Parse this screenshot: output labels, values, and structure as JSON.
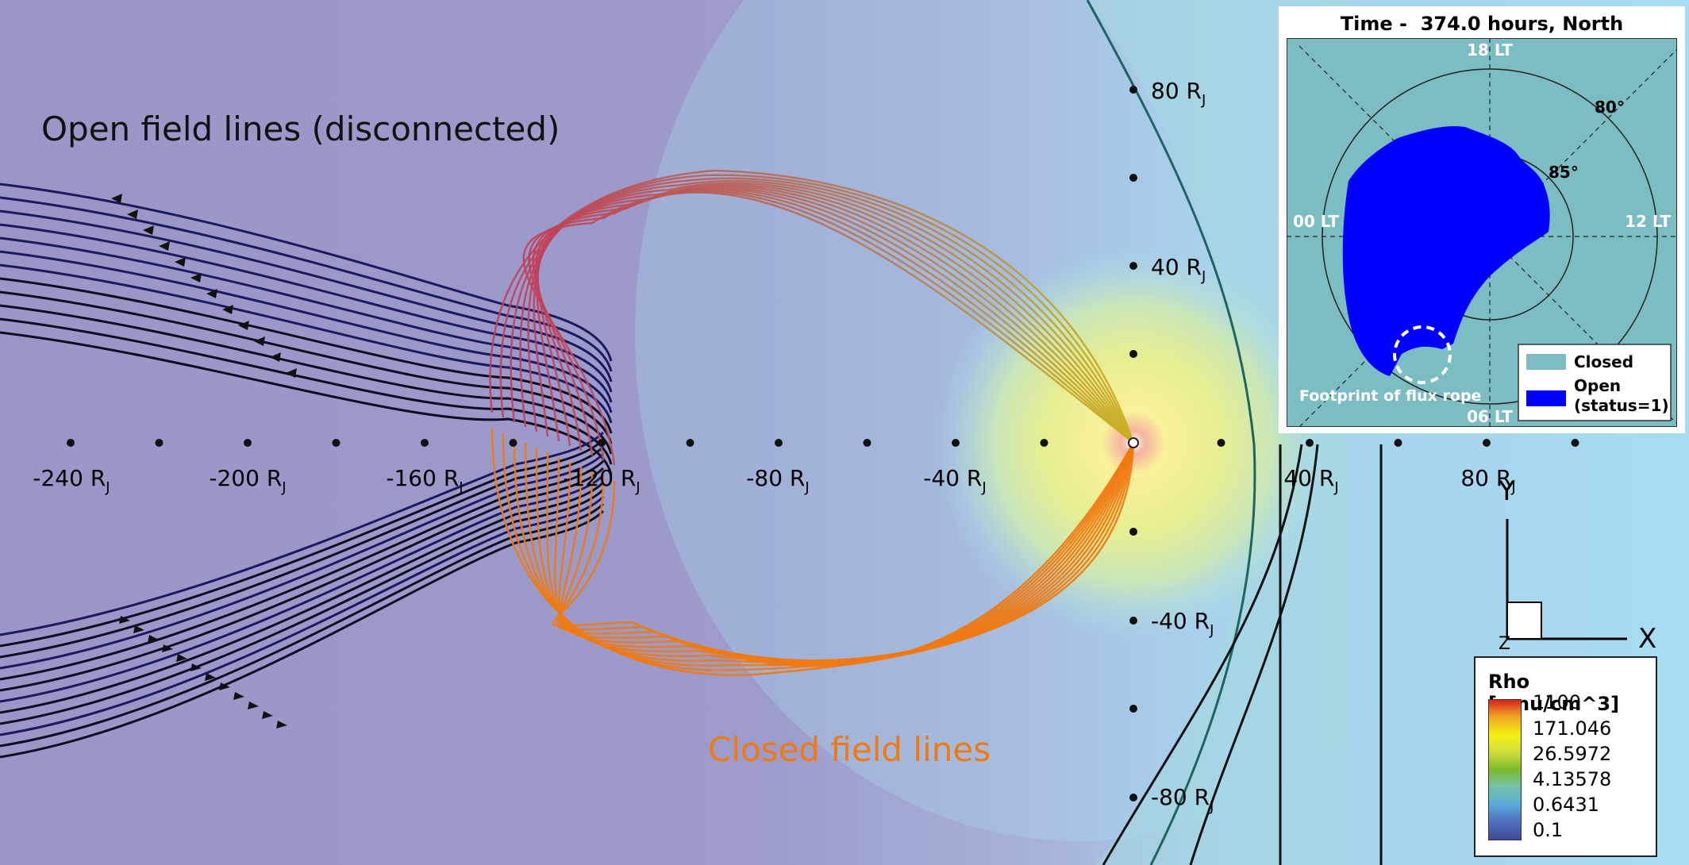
{
  "annotations": {
    "open_label": "Open field lines (disconnected)",
    "closed_label": "Closed field lines"
  },
  "x_axis_labels": [
    "-240 R",
    "-200 R",
    "-160 R",
    "-120 R",
    "-80 R",
    "-40 R",
    "40 R",
    "80 R"
  ],
  "y_axis_labels": [
    "80 R",
    "40 R",
    "-40 R",
    "-80 R"
  ],
  "axis_subscript": "J",
  "triad": {
    "x": "X",
    "y": "Y",
    "z": "Z"
  },
  "inset": {
    "title": "Time -  374.0 hours, North",
    "lt_labels": {
      "top": "18 LT",
      "left": "00 LT",
      "right": "12 LT",
      "bottom": "06 LT"
    },
    "lat_labels": [
      "80°",
      "85°"
    ],
    "footprint_label": "Footprint of flux rope",
    "legend": [
      {
        "label": "Closed",
        "sublabel": "",
        "color": "#7cbdc3"
      },
      {
        "label": "Open",
        "sublabel": "(status=1)",
        "color": "#0000ff"
      }
    ]
  },
  "colorbar": {
    "title": "Rho [amu/cm^3]",
    "ticks": [
      "1100",
      "171.046",
      "26.5972",
      "4.13578",
      "0.6431",
      "0.1"
    ]
  },
  "colors": {
    "open_line": "#1a1a5e",
    "closed_line": "#f07a10",
    "closed_upper": "#c0505a",
    "background_tail": "#8f93c8",
    "background_sheath": "#a9dcef",
    "planet_glow": "#f5f08a"
  }
}
